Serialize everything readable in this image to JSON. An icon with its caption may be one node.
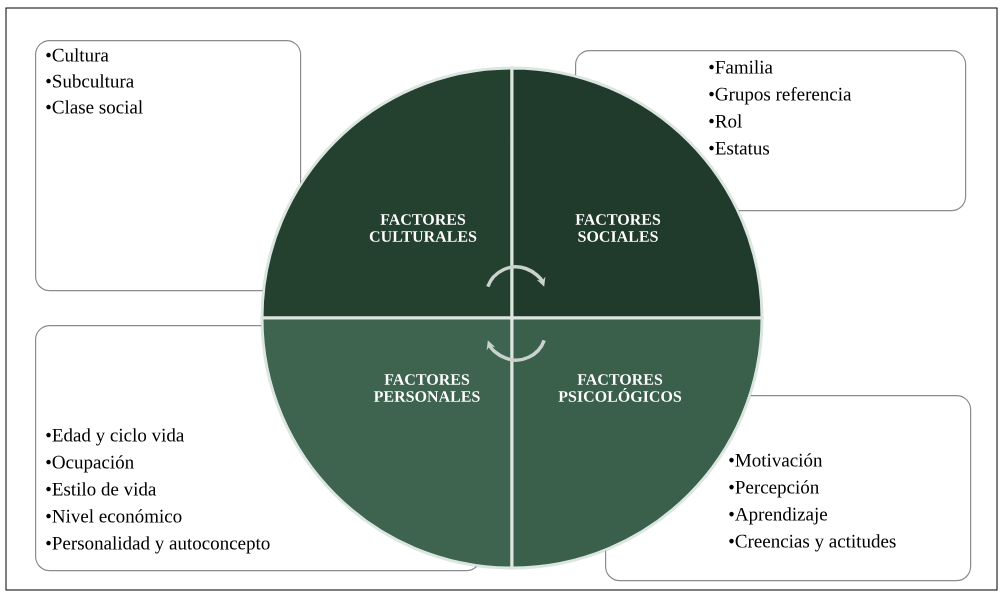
{
  "diagram": {
    "nodes": [
      {
        "text": [
          "•Cultura",
          "•Subcultura",
          "•Clase social"
        ]
      },
      {
        "text": [
          "•Familia",
          "•Grupos  referencia",
          "•Rol",
          "•Estatus"
        ]
      },
      {
        "text": [
          "FACTORES CULTURALES"
        ]
      },
      {
        "text": [
          "FACTORES SOCIALES"
        ]
      },
      {
        "text": [
          "•Edad y ciclo vida",
          "•Ocupación",
          "•Estilo de vida",
          "•Nivel económico",
          "•Personalidad y autoconcepto"
        ]
      },
      {
        "text": [
          "FACTORES PERSONALES"
        ]
      },
      {
        "text": [
          "FACTORES PSICOLÓGICOS"
        ]
      },
      {
        "text": [
          "•Motivación",
          "•Percepción",
          "•Aprendizaje",
          "•Creencias y  actitudes"
        ]
      }
    ],
    "edges": [
      {
        "from": 2,
        "to": 3,
        "arrow": "to"
      },
      {
        "from": 6,
        "to": 5,
        "arrow": "to"
      }
    ]
  }
}
